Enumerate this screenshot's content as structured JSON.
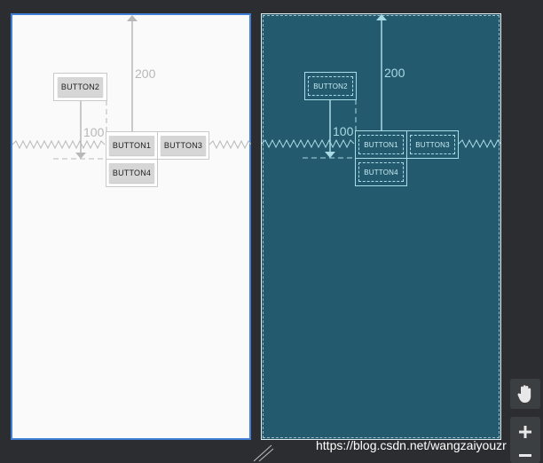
{
  "design": {
    "buttons": {
      "button1": "BUTTON1",
      "button2": "BUTTON2",
      "button3": "BUTTON3",
      "button4": "BUTTON4"
    },
    "margin_vertical": "200",
    "margin_left": "100"
  },
  "blueprint": {
    "buttons": {
      "button1": "BUTTON1",
      "button2": "BUTTON2",
      "button3": "BUTTON3",
      "button4": "BUTTON4"
    },
    "margin_vertical": "200",
    "margin_left": "100"
  },
  "tools": {
    "pan": "hand-icon",
    "zoom_in": "plus-icon",
    "zoom_out": "minus-icon"
  },
  "watermark": "https://blog.csdn.net/wangzaiyouzr",
  "colors": {
    "design_bg": "#fafafa",
    "blueprint_bg": "#235a6e",
    "selection_border": "#3f7fd6",
    "workspace_bg": "#2b2d30"
  }
}
